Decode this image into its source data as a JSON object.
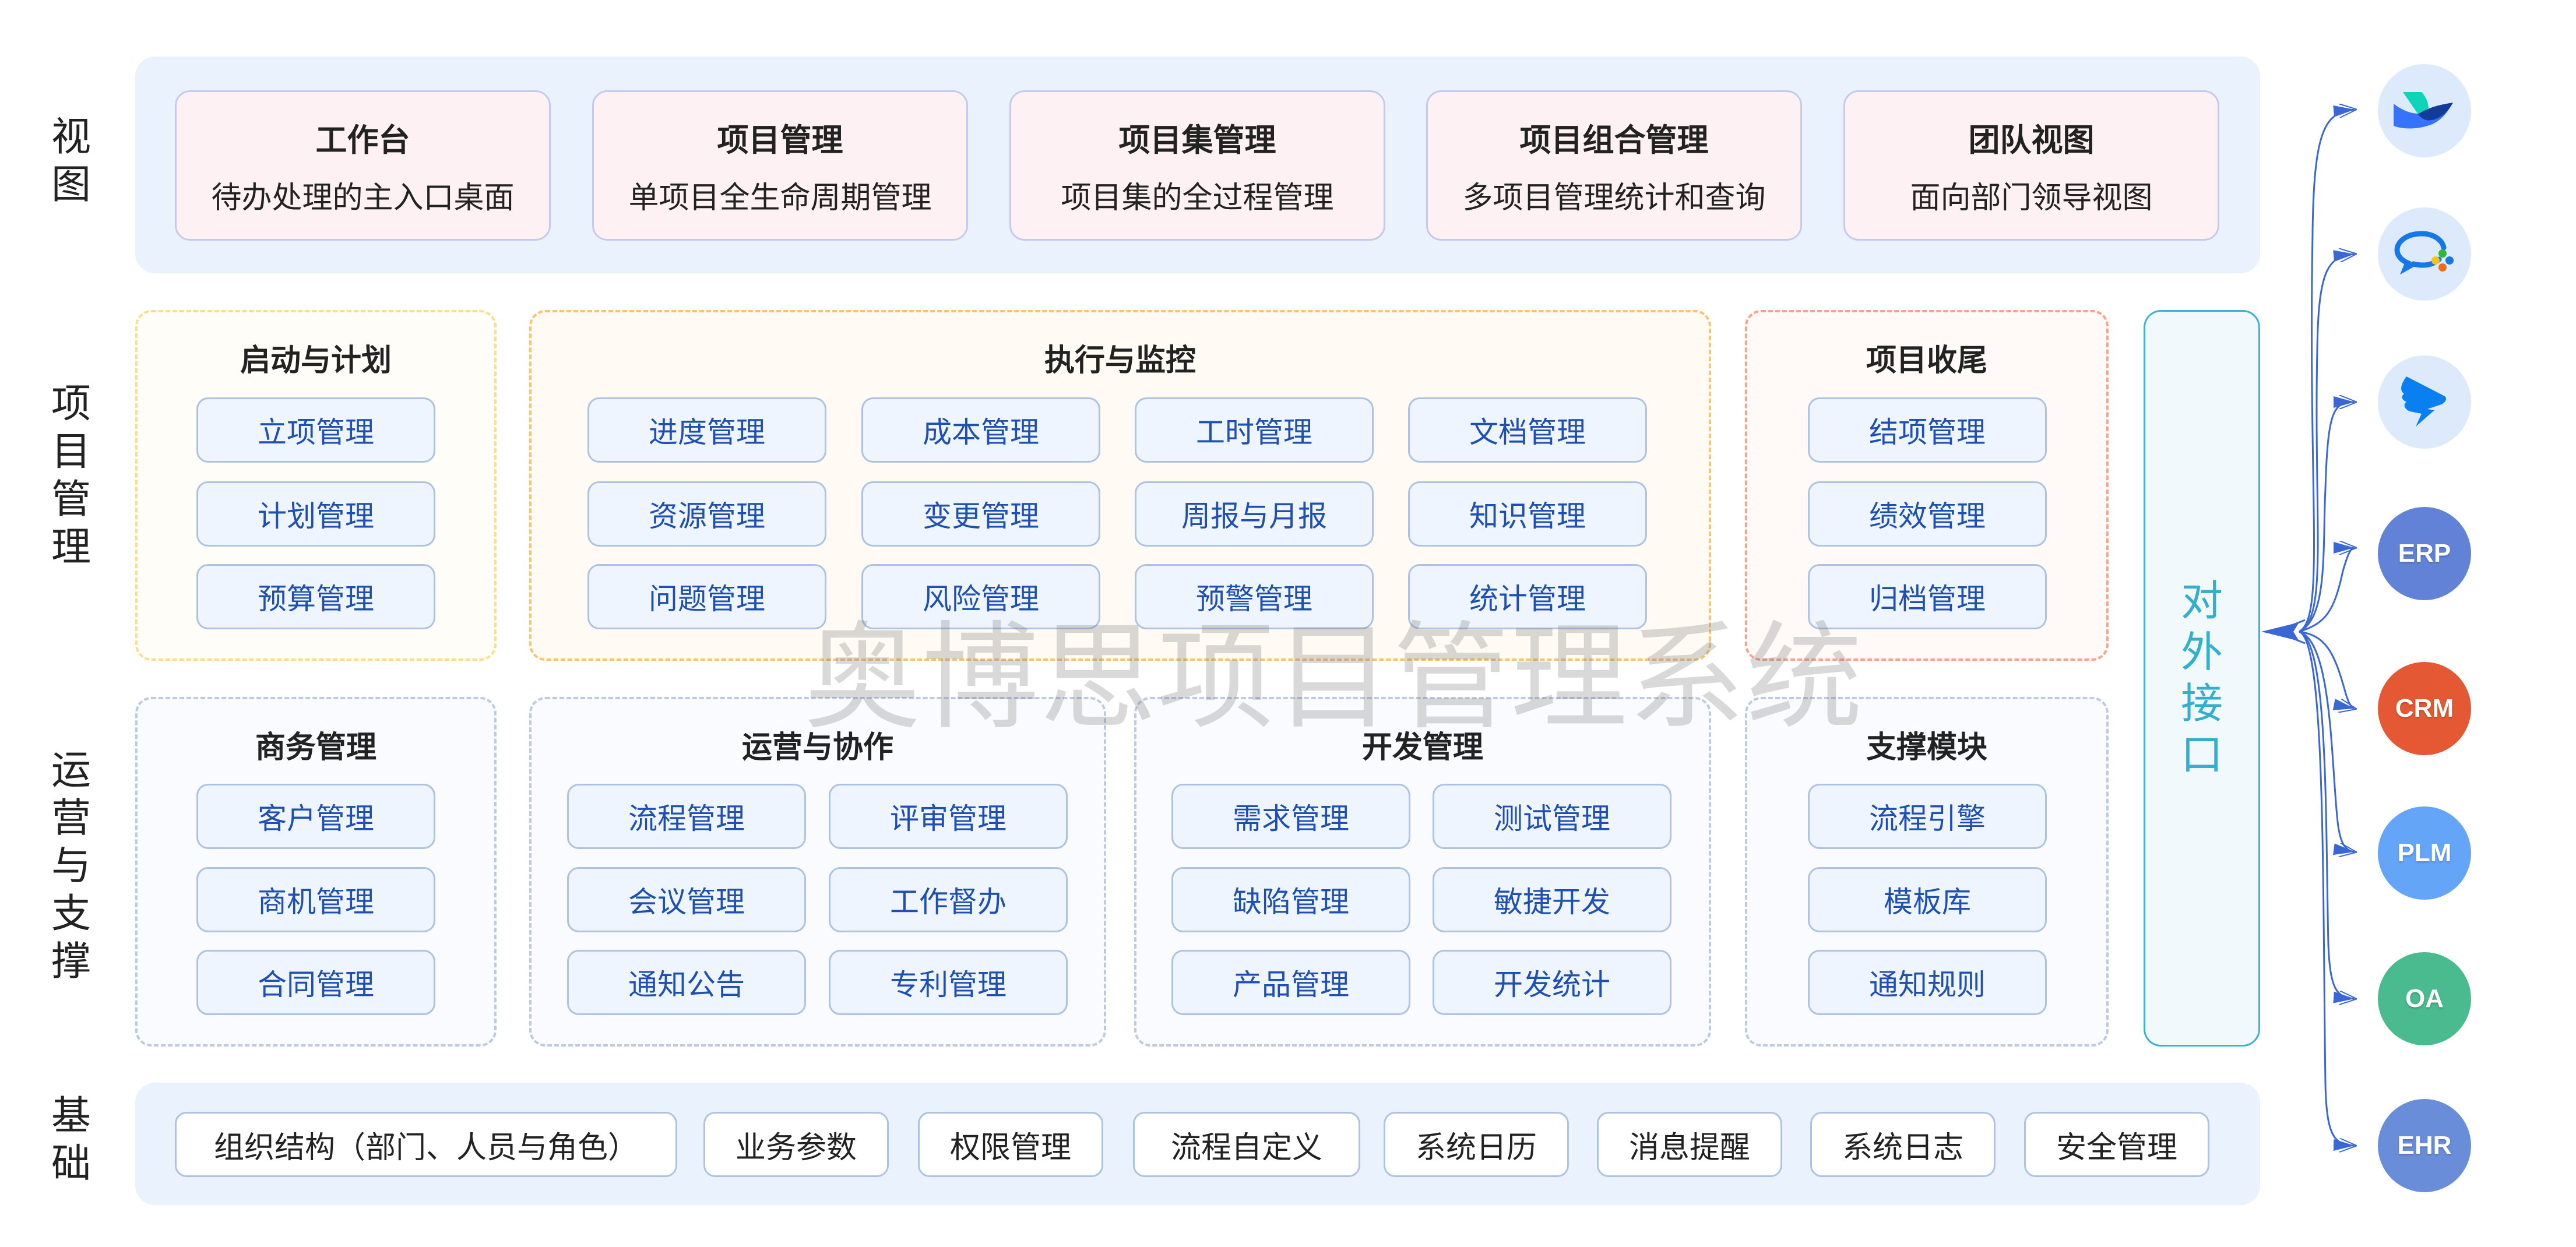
{
  "row_labels": {
    "view": "视图",
    "project_mgmt": "项目管理",
    "operations": "运营与支撑",
    "foundation": "基础"
  },
  "views": [
    {
      "title": "工作台",
      "subtitle": "待办处理的主入口桌面"
    },
    {
      "title": "项目管理",
      "subtitle": "单项目全生命周期管理"
    },
    {
      "title": "项目集管理",
      "subtitle": "项目集的全过程管理"
    },
    {
      "title": "项目组合管理",
      "subtitle": "多项目管理统计和查询"
    },
    {
      "title": "团队视图",
      "subtitle": "面向部门领导视图"
    }
  ],
  "project_groups": {
    "initiation": {
      "title": "启动与计划",
      "items": [
        "立项管理",
        "计划管理",
        "预算管理"
      ]
    },
    "execution": {
      "title": "执行与监控",
      "items": [
        "进度管理",
        "成本管理",
        "工时管理",
        "文档管理",
        "资源管理",
        "变更管理",
        "周报与月报",
        "知识管理",
        "问题管理",
        "风险管理",
        "预警管理",
        "统计管理"
      ]
    },
    "closing": {
      "title": "项目收尾",
      "items": [
        "结项管理",
        "绩效管理",
        "归档管理"
      ]
    }
  },
  "ops_groups": {
    "business": {
      "title": "商务管理",
      "items": [
        "客户管理",
        "商机管理",
        "合同管理"
      ]
    },
    "collab": {
      "title": "运营与协作",
      "items": [
        "流程管理",
        "评审管理",
        "会议管理",
        "工作督办",
        "通知公告",
        "专利管理"
      ]
    },
    "dev": {
      "title": "开发管理",
      "items": [
        "需求管理",
        "测试管理",
        "缺陷管理",
        "敏捷开发",
        "产品管理",
        "开发统计"
      ]
    },
    "support": {
      "title": "支撑模块",
      "items": [
        "流程引擎",
        "模板库",
        "通知规则"
      ]
    }
  },
  "foundation": [
    "组织结构（部门、人员与角色）",
    "业务参数",
    "权限管理",
    "流程自定义",
    "系统日历",
    "消息提醒",
    "系统日志",
    "安全管理"
  ],
  "interface": {
    "label_chars": [
      "对",
      "外",
      "接",
      "口"
    ]
  },
  "integrations": [
    {
      "name": "feishu-logo",
      "label": ""
    },
    {
      "name": "wecom-logo",
      "label": ""
    },
    {
      "name": "dingtalk-logo",
      "label": ""
    },
    {
      "name": "erp",
      "label": "ERP",
      "color": "#6182d6"
    },
    {
      "name": "crm",
      "label": "CRM",
      "color": "#e45833"
    },
    {
      "name": "plm",
      "label": "PLM",
      "color": "#64a5f7"
    },
    {
      "name": "oa",
      "label": "OA",
      "color": "#4aba8f"
    },
    {
      "name": "ehr",
      "label": "EHR",
      "color": "#6a8dd9"
    }
  ],
  "watermark": "奥博思项目管理系统",
  "colors": {
    "connector": "#3a67d4",
    "module_text": "#1f4fb0",
    "interface": "#33aecb"
  }
}
